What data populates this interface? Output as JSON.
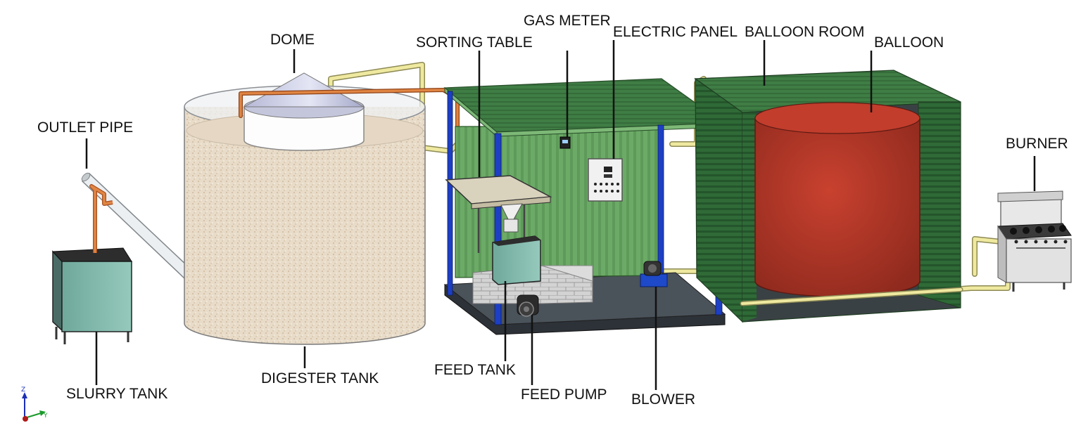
{
  "labels": {
    "dome": "DOME",
    "sorting_table": "SORTING TABLE",
    "gas_meter": "GAS METER",
    "electric_panel": "ELECTRIC PANEL",
    "balloon_room": "BALLOON ROOM",
    "balloon": "BALLOON",
    "outlet_pipe": "OUTLET PIPE",
    "burner": "BURNER",
    "slurry_tank": "SLURRY TANK",
    "digester_tank": "DIGESTER TANK",
    "feed_tank": "FEED TANK",
    "feed_pump": "FEED PUMP",
    "blower": "BLOWER"
  },
  "axes": {
    "z": "Z",
    "y": "Y"
  },
  "colors": {
    "gas_pipe": "#efe9a0",
    "copper_pipe": "#d9743a",
    "shed_green": "#6fae6a",
    "roof_green": "#5f9f5a",
    "balloon_room_green": "#2f6e3a",
    "balloon_red": "#b8382a",
    "post_blue": "#1d3fc4",
    "digester_fill": "#e6d9c6",
    "tank_teal": "#86bdb0",
    "floor_slate": "#454c55"
  }
}
